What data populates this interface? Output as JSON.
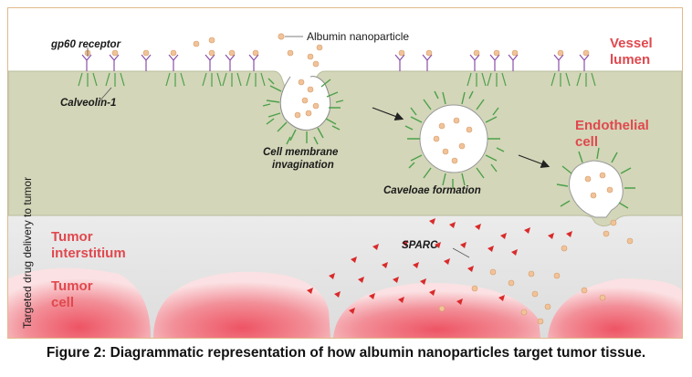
{
  "diagram": {
    "labels": {
      "gp60_receptor": "gp60 receptor",
      "calveolin": "Calveolin-1",
      "albumin_nanoparticle": "Albumin nanoparticle",
      "vessel_lumen_line1": "Vessel",
      "vessel_lumen_line2": "lumen",
      "endothelial_line1": "Endothelial",
      "endothelial_line2": "cell",
      "invagination_line1": "Cell membrane",
      "invagination_line2": "invagination",
      "caveloae_formation": "Caveloae formation",
      "tumor_interstitium_line1": "Tumor",
      "tumor_interstitium_line2": "interstitium",
      "tumor_cell_line1": "Tumor",
      "tumor_cell_line2": "cell",
      "sparc": "SPARC",
      "side_label": "Targeted drug delivery to tumor"
    },
    "colors": {
      "endothelium_fill": "#d4d7ba",
      "interstitium_fill": "#e6e6e6",
      "tumor_cell_fill": "#f07a86",
      "label_red": "#e0484e",
      "receptor_green": "#4ca04a",
      "nanoparticle": "#f0c39a",
      "sparc_red": "#d92a2a"
    },
    "icons": [
      "gp60-receptor-icon",
      "albumin-nanoparticle-icon",
      "sparc-icon",
      "arrow-icon"
    ]
  },
  "caption": "Figure 2: Diagrammatic representation of how albumin nanoparticles target tumor tissue."
}
